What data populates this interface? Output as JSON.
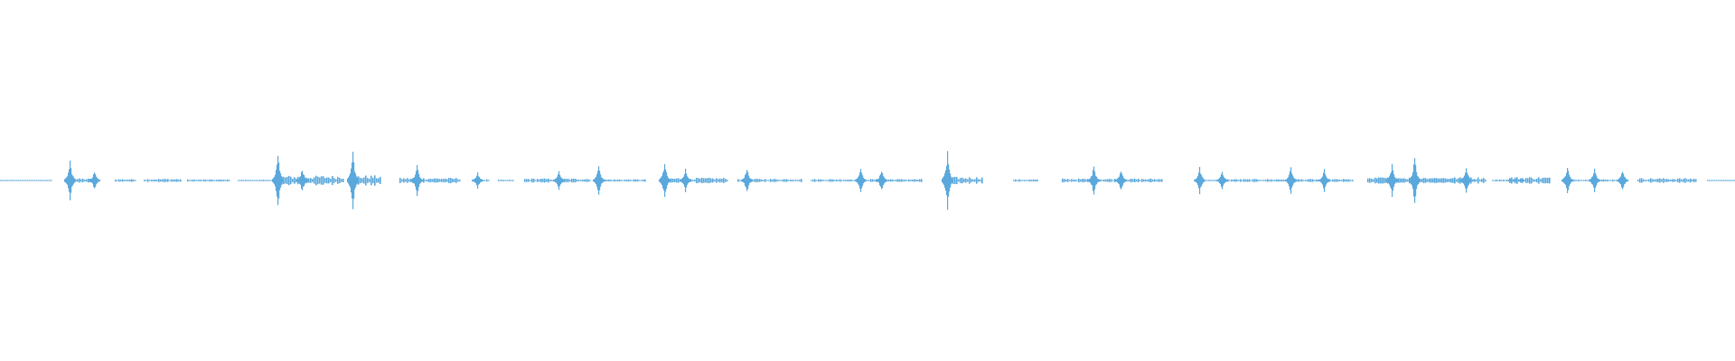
{
  "waveform": {
    "color": "#5aa8dc",
    "background": "#ffffff",
    "duration_fraction_domain": [
      0,
      1
    ],
    "segments": [
      {
        "start": 0.0,
        "end": 0.03,
        "level": 0.1
      },
      {
        "start": 0.038,
        "end": 0.058,
        "level": 0.35
      },
      {
        "start": 0.066,
        "end": 0.078,
        "level": 0.25
      },
      {
        "start": 0.083,
        "end": 0.104,
        "level": 0.3
      },
      {
        "start": 0.108,
        "end": 0.133,
        "level": 0.18
      },
      {
        "start": 0.137,
        "end": 0.157,
        "level": 0.12
      },
      {
        "start": 0.159,
        "end": 0.198,
        "level": 0.8
      },
      {
        "start": 0.202,
        "end": 0.22,
        "level": 0.85
      },
      {
        "start": 0.23,
        "end": 0.265,
        "level": 0.45
      },
      {
        "start": 0.272,
        "end": 0.282,
        "level": 0.18
      },
      {
        "start": 0.287,
        "end": 0.296,
        "level": 0.12
      },
      {
        "start": 0.302,
        "end": 0.34,
        "level": 0.35
      },
      {
        "start": 0.342,
        "end": 0.372,
        "level": 0.2
      },
      {
        "start": 0.381,
        "end": 0.42,
        "level": 0.45
      },
      {
        "start": 0.425,
        "end": 0.462,
        "level": 0.3
      },
      {
        "start": 0.467,
        "end": 0.532,
        "level": 0.25
      },
      {
        "start": 0.544,
        "end": 0.566,
        "level": 0.6
      },
      {
        "start": 0.584,
        "end": 0.598,
        "level": 0.2
      },
      {
        "start": 0.612,
        "end": 0.67,
        "level": 0.32
      },
      {
        "start": 0.689,
        "end": 0.701,
        "level": 0.12
      },
      {
        "start": 0.704,
        "end": 0.78,
        "level": 0.25
      },
      {
        "start": 0.788,
        "end": 0.85,
        "level": 0.4
      },
      {
        "start": 0.86,
        "end": 0.878,
        "level": 0.18
      },
      {
        "start": 0.792,
        "end": 0.857,
        "level": 0.55
      },
      {
        "start": 0.87,
        "end": 0.893,
        "level": 0.6
      },
      {
        "start": 0.906,
        "end": 0.932,
        "level": 0.2
      },
      {
        "start": 0.944,
        "end": 0.978,
        "level": 0.4
      },
      {
        "start": 0.984,
        "end": 1.0,
        "level": 0.1
      }
    ],
    "peaks": [
      {
        "at": 0.04,
        "level": 0.7
      },
      {
        "at": 0.054,
        "level": 0.35
      },
      {
        "at": 0.16,
        "level": 1.0
      },
      {
        "at": 0.174,
        "level": 0.45
      },
      {
        "at": 0.203,
        "level": 1.0
      },
      {
        "at": 0.24,
        "level": 0.55
      },
      {
        "at": 0.275,
        "level": 0.3
      },
      {
        "at": 0.322,
        "level": 0.35
      },
      {
        "at": 0.345,
        "level": 0.55
      },
      {
        "at": 0.383,
        "level": 0.7
      },
      {
        "at": 0.395,
        "level": 0.4
      },
      {
        "at": 0.43,
        "level": 0.45
      },
      {
        "at": 0.496,
        "level": 0.45
      },
      {
        "at": 0.508,
        "level": 0.4
      },
      {
        "at": 0.546,
        "level": 1.0
      },
      {
        "at": 0.63,
        "level": 0.55
      },
      {
        "at": 0.646,
        "level": 0.4
      },
      {
        "at": 0.691,
        "level": 0.45
      },
      {
        "at": 0.704,
        "level": 0.35
      },
      {
        "at": 0.744,
        "level": 0.5
      },
      {
        "at": 0.763,
        "level": 0.4
      },
      {
        "at": 0.802,
        "level": 0.55
      },
      {
        "at": 0.815,
        "level": 0.85
      },
      {
        "at": 0.845,
        "level": 0.55
      },
      {
        "at": 0.903,
        "level": 0.5
      },
      {
        "at": 0.919,
        "level": 0.45
      },
      {
        "at": 0.935,
        "level": 0.4
      }
    ]
  }
}
